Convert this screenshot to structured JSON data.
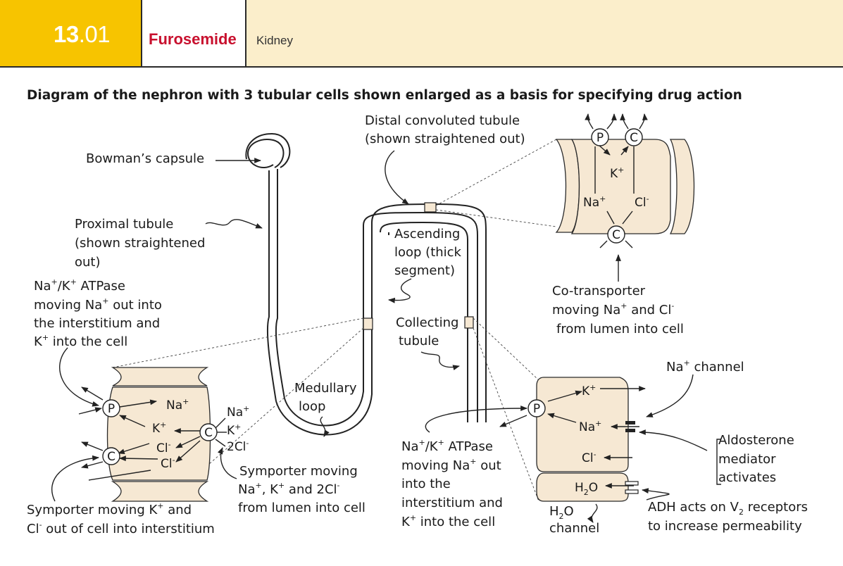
{
  "header": {
    "number_major": "13",
    "number_minor": ".01",
    "drug_name": "Furosemide",
    "organ": "Kidney",
    "colors": {
      "number_bg": "#f7c400",
      "band_bg": "#fbeecb",
      "drug_text": "#c8102e",
      "cell_fill": "#f6e8d3"
    }
  },
  "title": "Diagram of the nephron with 3 tubular cells shown enlarged as a basis for specifying drug action",
  "labels": {
    "bowman": "Bowman’s capsule",
    "proximal": [
      "Proximal  tubule",
      "(shown straightened",
      "out)"
    ],
    "distal": [
      "Distal convoluted tubule",
      "(shown straightened out)"
    ],
    "ascending": [
      "Ascending",
      "loop (thick",
      "segment)"
    ],
    "medullary": [
      "Medullary",
      "loop"
    ],
    "collecting": [
      "Collecting",
      "tubule"
    ],
    "cotransporter": [
      "Co-transporter",
      "moving Na",
      " and Cl",
      "from lumen into cell"
    ],
    "atpase_left": [
      "Na",
      "/K",
      " ATPase",
      "moving Na",
      " out  into",
      " the interstitium and",
      "K",
      " into the cell"
    ],
    "symporter_out": [
      "Symporter moving K",
      " and",
      "Cl",
      " out of cell into interstitium"
    ],
    "symporter_in": [
      "Symporter moving",
      "Na",
      ", K",
      " and 2Cl",
      "from lumen into cell"
    ],
    "atpase_right": [
      "Na",
      "/K",
      " ATPase",
      "moving Na",
      " out",
      "into the",
      "interstitium and",
      "K",
      " into the cell"
    ],
    "na_channel": [
      "Na",
      " channel"
    ],
    "aldosterone": [
      "Aldosterone",
      "mediator",
      "activates"
    ],
    "adh": [
      "ADH acts on V",
      "2",
      " receptors",
      "to increase permeability"
    ],
    "h2o_channel": [
      "H",
      "2",
      "O",
      "channel"
    ]
  },
  "ions": {
    "plus": "+",
    "minus": "-",
    "na": "Na",
    "k": "K",
    "cl": "Cl",
    "two_cl": "2Cl",
    "h": "H",
    "two": "2",
    "o": "O"
  },
  "transporters": {
    "pump": "P",
    "cotransporter": "C"
  }
}
